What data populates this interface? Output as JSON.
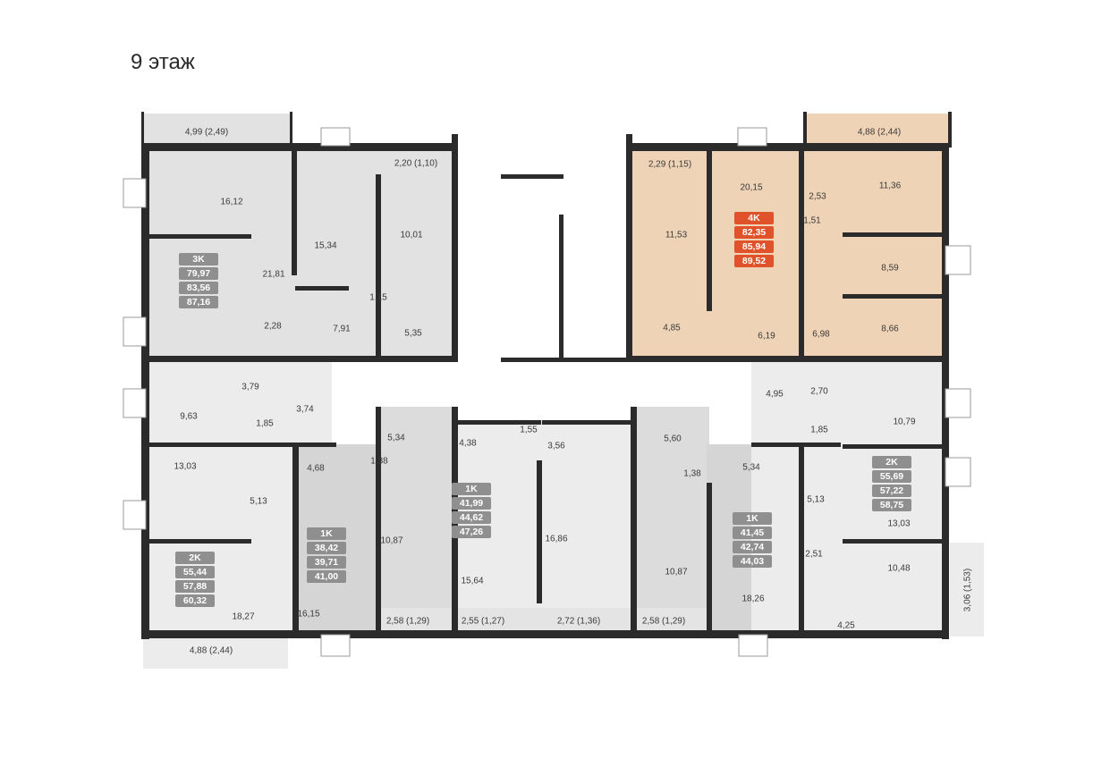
{
  "title": "9 этаж",
  "colors": {
    "highlight_apartment": "#efd3b6",
    "highlight_badge": "#e0522a",
    "badge": "#8f8f8f",
    "wall": "#2b2b2b",
    "apartment_fill": "#e4e4e4",
    "light_fill": "#eeeeee"
  },
  "apartments": [
    {
      "type": "3K",
      "areas": [
        "79,97",
        "83,56",
        "87,16"
      ]
    },
    {
      "type": "4K",
      "areas": [
        "82,35",
        "85,94",
        "89,52"
      ],
      "highlighted": true
    },
    {
      "type": "2K",
      "areas": [
        "55,44",
        "57,88",
        "60,32"
      ]
    },
    {
      "type": "1K",
      "areas": [
        "38,42",
        "39,71",
        "41,00"
      ]
    },
    {
      "type": "1K",
      "areas": [
        "41,99",
        "44,62",
        "47,26"
      ]
    },
    {
      "type": "1K",
      "areas": [
        "41,45",
        "42,74",
        "44,03"
      ]
    },
    {
      "type": "2K",
      "areas": [
        "55,69",
        "57,22",
        "58,75"
      ]
    }
  ],
  "rooms": [
    "4,99 (2,49)",
    "16,12",
    "15,34",
    "2,20 (1,10)",
    "10,01",
    "21,81",
    "1,15",
    "7,91",
    "2,28",
    "5,35",
    "2,29 (1,15)",
    "20,15",
    "11,53",
    "4,88 (2,44)",
    "11,36",
    "2,53",
    "1,51",
    "8,59",
    "4,85",
    "6,19",
    "6,98",
    "8,66",
    "3,79",
    "9,63",
    "1,85",
    "3,74",
    "13,03",
    "5,13",
    "18,27",
    "4,88 (2,44)",
    "4,68",
    "5,34",
    "1,38",
    "10,87",
    "16,15",
    "2,58 (1,29)",
    "4,38",
    "15,64",
    "1,55",
    "3,56",
    "16,86",
    "2,55 (1,27)",
    "2,72 (1,36)",
    "5,60",
    "1,38",
    "10,87",
    "2,58 (1,29)",
    "5,34",
    "18,26",
    "4,95",
    "2,70",
    "10,79",
    "1,85",
    "5,13",
    "13,03",
    "2,51",
    "10,48",
    "4,25",
    "3,06 (1,53)"
  ]
}
